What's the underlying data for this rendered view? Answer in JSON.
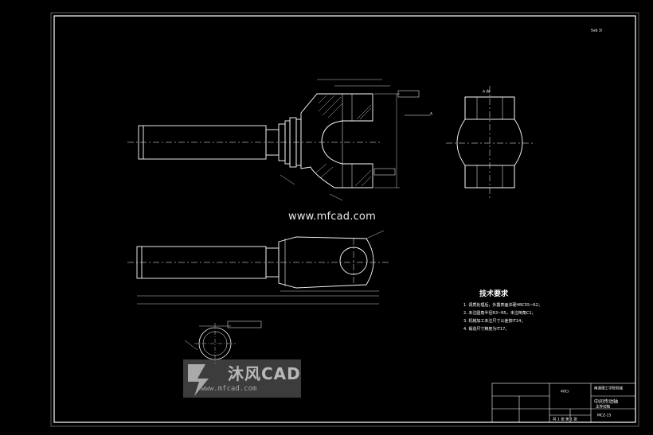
{
  "drawing": {
    "scale_note": "Sab 3/",
    "view_label": "A 向",
    "arrow_label": "A",
    "watermark_url": "www.mfcad.com",
    "tech_requirements": {
      "title": "技术要求",
      "items": [
        "1. 调质处理后，外露表面淬硬HRC55~62；",
        "2. 未注圆角半径R3~R5，未注倒角C1；",
        "3. 机械加工未注尺寸公差按IT14；",
        "4. 锻造尺寸精度为IT17。"
      ]
    },
    "title_block": {
      "material": "40Cr",
      "school": "南通理工学院机械",
      "part_name": "中间传动轴",
      "part_name_2": "主传动轴",
      "drawing_no": "MCZ-15",
      "sheet_info": "共 1 张  第 1 张"
    },
    "brand_watermark": {
      "name": "沐风CAD",
      "site": "www.mfcad.com"
    }
  }
}
